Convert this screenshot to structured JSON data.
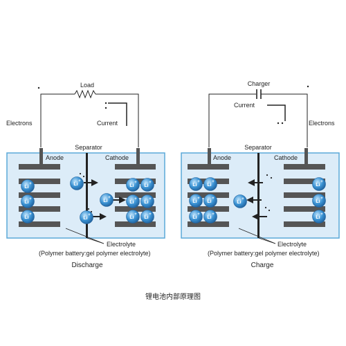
{
  "caption": "锂电池内部原理图",
  "ion": {
    "symbol": "Li",
    "charge": "+"
  },
  "panels": {
    "discharge": {
      "title": "Discharge",
      "load_label": "Load",
      "current_label": "Current",
      "electrons_label": "Electrons",
      "anode_label": "Anode",
      "separator_label": "Separator",
      "cathode_label": "Cathode",
      "electrolyte_label": "Electrolyte",
      "electrolyte_note": "(Polymer battery:gel polymer electrolyte)"
    },
    "charge": {
      "title": "Charge",
      "charger_label": "Charger",
      "current_label": "Current",
      "electrons_label": "Electrons",
      "anode_label": "Anode",
      "separator_label": "Separator",
      "cathode_label": "Cathode",
      "electrolyte_label": "Electrolyte",
      "electrolyte_note": "(Polymer battery:gel polymer electrolyte)"
    }
  },
  "colors": {
    "electrolyte_fill": "#dcecf8",
    "tank_border": "#5aa8d8",
    "plate": "#555555",
    "ion_fill": "#3b93d4",
    "wire": "#222222"
  }
}
